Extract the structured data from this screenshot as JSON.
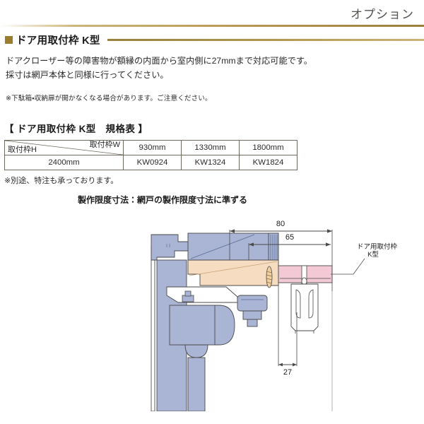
{
  "header": {
    "title": "オプション"
  },
  "section": {
    "bullet_icon": "square-bullet-icon",
    "title": "ドア用取付枠 K型"
  },
  "body": {
    "line1": "ドアクローザー等の障害物が額縁の内面から室内側に27mmまで対応可能です。",
    "line2": "採寸は網戸本体と同様に行ってください。",
    "caution": "※下駄箱・収納扉が開かなくなる場合があります。ご注意ください。"
  },
  "spec": {
    "heading": "【 ドア用取付枠 K型　規格表 】",
    "corner": {
      "width_label": "取付枠W",
      "height_label": "取付枠H"
    },
    "columns": [
      "930mm",
      "1330mm",
      "1800mm"
    ],
    "rows": [
      {
        "height": "2400mm",
        "models": [
          "KW0924",
          "KW1324",
          "KW1824"
        ]
      }
    ],
    "note": "※別途、特注も承っております。",
    "limit_caption": "製作限度寸法：網戸の製作限度寸法に準ずる"
  },
  "diagram": {
    "dimensions": {
      "outer": "80",
      "inner": "65",
      "clearance": "27"
    },
    "callout": {
      "line1": "ドア用取付枠",
      "line2": "K型"
    },
    "colors": {
      "metal": "#aab4d4",
      "metal_line": "#5a6c99",
      "wood": "#f6dcc0",
      "frame_pink": "#f2c9d4",
      "outline": "#4a4a4a"
    }
  },
  "theme": {
    "gold": "#9c7d2e",
    "gold_light": "#cdb477",
    "table_head": "#e7dcc0",
    "table_corner": "#efe9d9",
    "text": "#231f20"
  }
}
